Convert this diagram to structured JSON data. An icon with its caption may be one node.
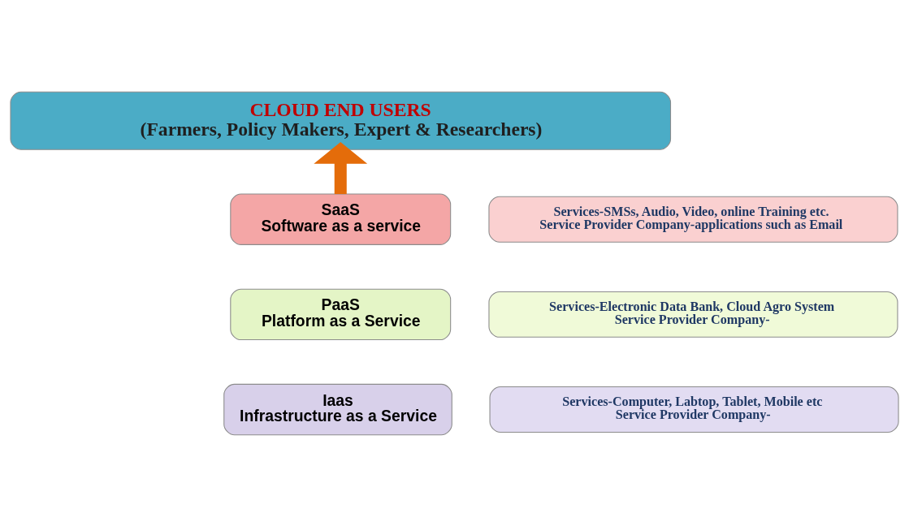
{
  "diagram": {
    "nodes": [
      {
        "text": [
          "CLOUD END USERS",
          "(Farmers, Policy Makers, Expert & Researchers)"
        ]
      },
      {
        "text": [
          "SaaS",
          "Software as a service"
        ]
      },
      {
        "text": [
          "Services-SMSs, Audio, Video, online Training etc.",
          "Service Provider Company-applications such as Email"
        ]
      },
      {
        "text": [
          "PaaS",
          "Platform as a Service"
        ]
      },
      {
        "text": [
          "Services-Electronic Data Bank, Cloud Agro System",
          "Service Provider Company-"
        ]
      },
      {
        "text": [
          "Iaas",
          "Infrastructure as a Service"
        ]
      },
      {
        "text": [
          "Services-Computer, Labtop, Tablet, Mobile etc",
          "Service Provider Company-"
        ]
      }
    ],
    "edges": [
      {
        "from": 1,
        "to": 0,
        "arrow": "to",
        "color": "#e46c0a"
      }
    ]
  }
}
